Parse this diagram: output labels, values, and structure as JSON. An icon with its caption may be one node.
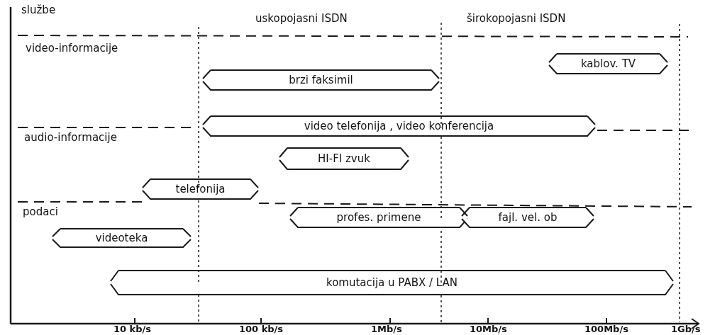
{
  "diagram": {
    "nodes": [
      {
        "text": [
          "kablov. TV"
        ]
      },
      {
        "text": [
          "brzi faksimil"
        ]
      },
      {
        "text": [
          "video telefonija , video konferencija"
        ]
      },
      {
        "text": [
          "HI-FI zvuk"
        ]
      },
      {
        "text": [
          "telefonija"
        ]
      },
      {
        "text": [
          "profes. primene"
        ]
      },
      {
        "text": [
          "fajl. vel. ob"
        ]
      },
      {
        "text": [
          "videoteka"
        ]
      },
      {
        "text": [
          "komutacija u PABX / LAN"
        ]
      }
    ],
    "labels": [
      "službe",
      "uskopojasni ISDN",
      "širokopojasni ISDN",
      "video-informacije",
      "audio-informacije",
      "podaci",
      "10 kb/s",
      "100 kb/s",
      "1Mb/s",
      "10Mb/s",
      "100Mb/s",
      "1Gb/s"
    ]
  }
}
